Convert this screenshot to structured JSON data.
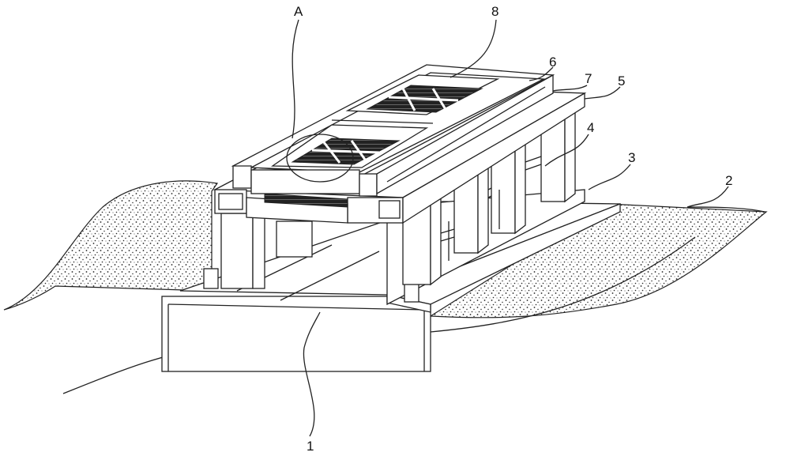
{
  "figure": {
    "labels": {
      "A": "A",
      "n8": "8",
      "n6": "6",
      "n7": "7",
      "n5": "5",
      "n4": "4",
      "n3": "3",
      "n2": "2",
      "n1": "1"
    }
  }
}
